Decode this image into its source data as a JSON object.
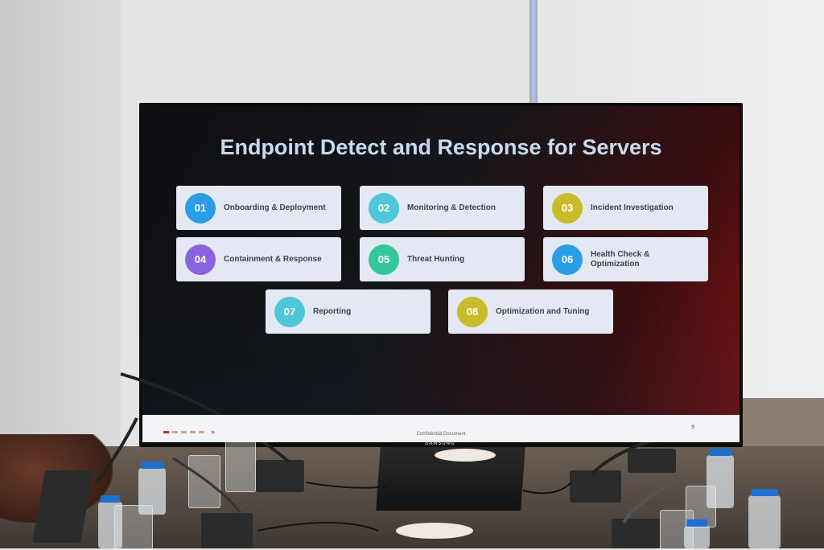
{
  "slide": {
    "title": "Endpoint Detect and Response for Servers",
    "items": [
      {
        "num": "01",
        "label": "Onboarding & Deployment",
        "color": "#2b9de6"
      },
      {
        "num": "02",
        "label": "Monitoring & Detection",
        "color": "#4ec7d8"
      },
      {
        "num": "03",
        "label": "Incident Investigation",
        "color": "#c8bc2a"
      },
      {
        "num": "04",
        "label": "Containment & Response",
        "color": "#8a63e0"
      },
      {
        "num": "05",
        "label": "Threat Hunting",
        "color": "#34c79a"
      },
      {
        "num": "06",
        "label": "Health Check & Optimization",
        "color": "#2b9de6"
      },
      {
        "num": "07",
        "label": "Reporting",
        "color": "#4ec7d8"
      },
      {
        "num": "08",
        "label": "Optimization and Tuning",
        "color": "#c8bc2a"
      }
    ],
    "footer": {
      "text": "Confidential Document",
      "page_number": "9"
    }
  },
  "monitor": {
    "brand": "SAMSUNG"
  }
}
